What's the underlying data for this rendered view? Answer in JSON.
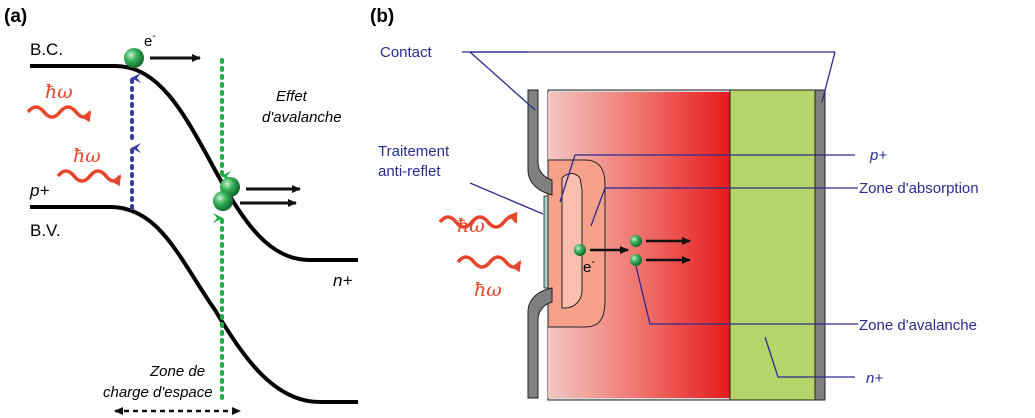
{
  "panel_a": {
    "tag": "(a)",
    "conduction_band": "B.C.",
    "valence_band": "B.V.",
    "p_region": "p+",
    "n_region": "n+",
    "electron": "e",
    "electron_sup": "-",
    "photon": "ħω",
    "avalanche_line1": "Effet",
    "avalanche_line2": "d'avalanche",
    "space_charge_line1": "Zone de",
    "space_charge_line2": "charge d'espace"
  },
  "panel_b": {
    "tag": "(b)",
    "contact": "Contact",
    "anti_reflect_line1": "Traitement",
    "anti_reflect_line2": "anti-reflet",
    "p_region": "p+",
    "absorption_zone": "Zone d'absorption",
    "avalanche_zone": "Zone d'avalanche",
    "n_region": "n+",
    "electron": "e",
    "electron_sup": "-",
    "photon": "ħω"
  },
  "colors": {
    "label_blue": "#2b2b8f",
    "photon": "#e8462a",
    "electron": "#1f9d4a",
    "hole_path": "#3a3aa0",
    "avalanche_path": "#22aa44",
    "avalanche_region": "#e00000",
    "n_layer": "#b5d56a",
    "contact": "#808080",
    "substrate": "#dcdcdc"
  }
}
